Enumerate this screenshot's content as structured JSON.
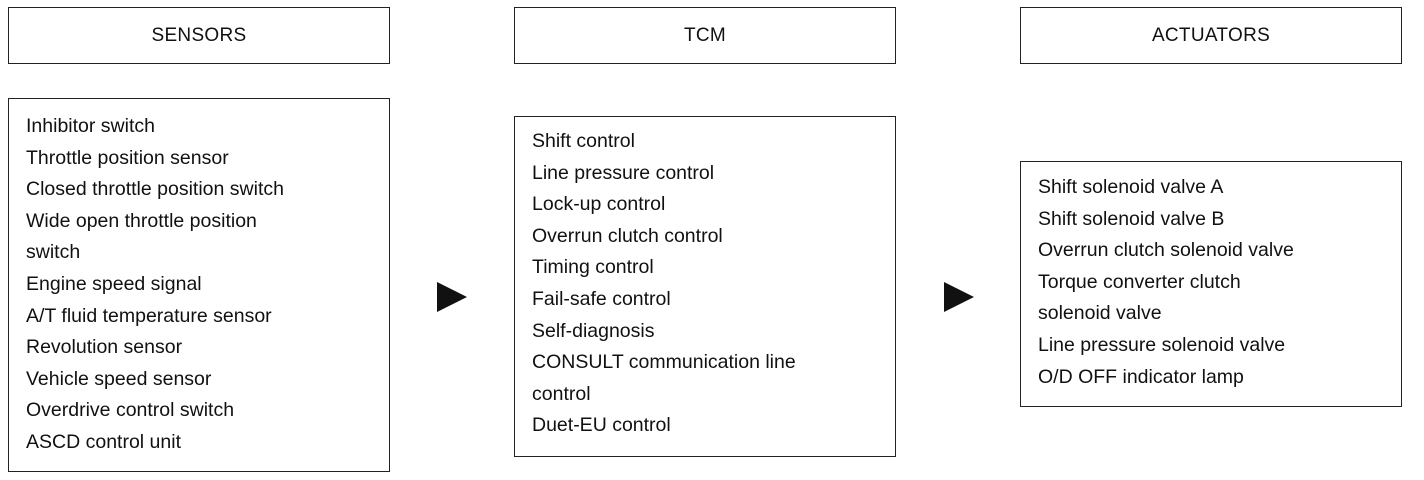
{
  "columns": [
    {
      "header": "SENSORS",
      "items": [
        "Inhibitor switch",
        "Throttle position sensor",
        "Closed throttle position switch",
        "Wide open throttle position",
        "switch",
        "Engine speed signal",
        "A/T fluid temperature sensor",
        "Revolution sensor",
        "Vehicle speed sensor",
        "Overdrive control switch",
        "ASCD control unit"
      ]
    },
    {
      "header": "TCM",
      "items": [
        "Shift control",
        "Line pressure control",
        "Lock-up control",
        "Overrun clutch control",
        "Timing control",
        "Fail-safe control",
        "Self-diagnosis",
        "CONSULT communication line",
        "control",
        "Duet-EU control"
      ]
    },
    {
      "header": "ACTUATORS",
      "items": [
        "Shift solenoid valve A",
        "Shift solenoid valve B",
        "Overrun clutch solenoid valve",
        "Torque converter clutch",
        "solenoid valve",
        "Line pressure solenoid valve",
        "O/D OFF indicator lamp"
      ]
    }
  ],
  "colors": {
    "border": "#222222",
    "text": "#111111",
    "arrow": "#111111",
    "background": "#ffffff"
  }
}
